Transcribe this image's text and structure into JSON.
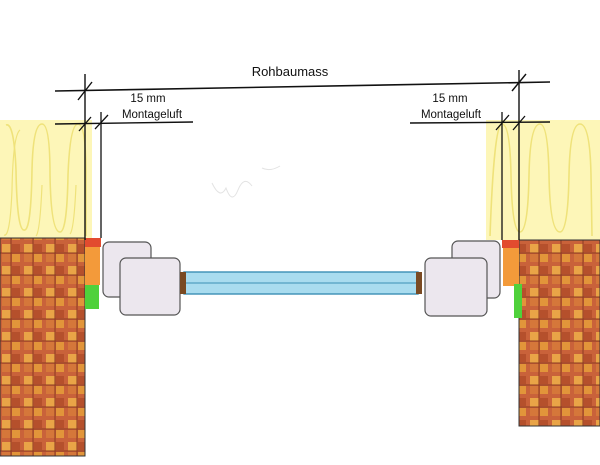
{
  "diagram": {
    "title": "Rohbaumass",
    "left_gap": {
      "value": "15 mm",
      "label": "Montageluft"
    },
    "right_gap": {
      "value": "15 mm",
      "label": "Montageluft"
    }
  },
  "colors": {
    "brick_base": "#c9623a",
    "brick_light": "#e9a447",
    "brick_mortar": "#8a3b22",
    "insulation_fill": "#fdf6b8",
    "insulation_line": "#efe27a",
    "frame": "#ece7ee",
    "frame_edge": "#555555",
    "glass": "#a9dcef",
    "glass_edge": "#3b8fb5",
    "foam_orange": "#f39a3a",
    "seal_red": "#e24b2f",
    "seal_green": "#4fd13b",
    "spacer_brown": "#7a4a23"
  }
}
